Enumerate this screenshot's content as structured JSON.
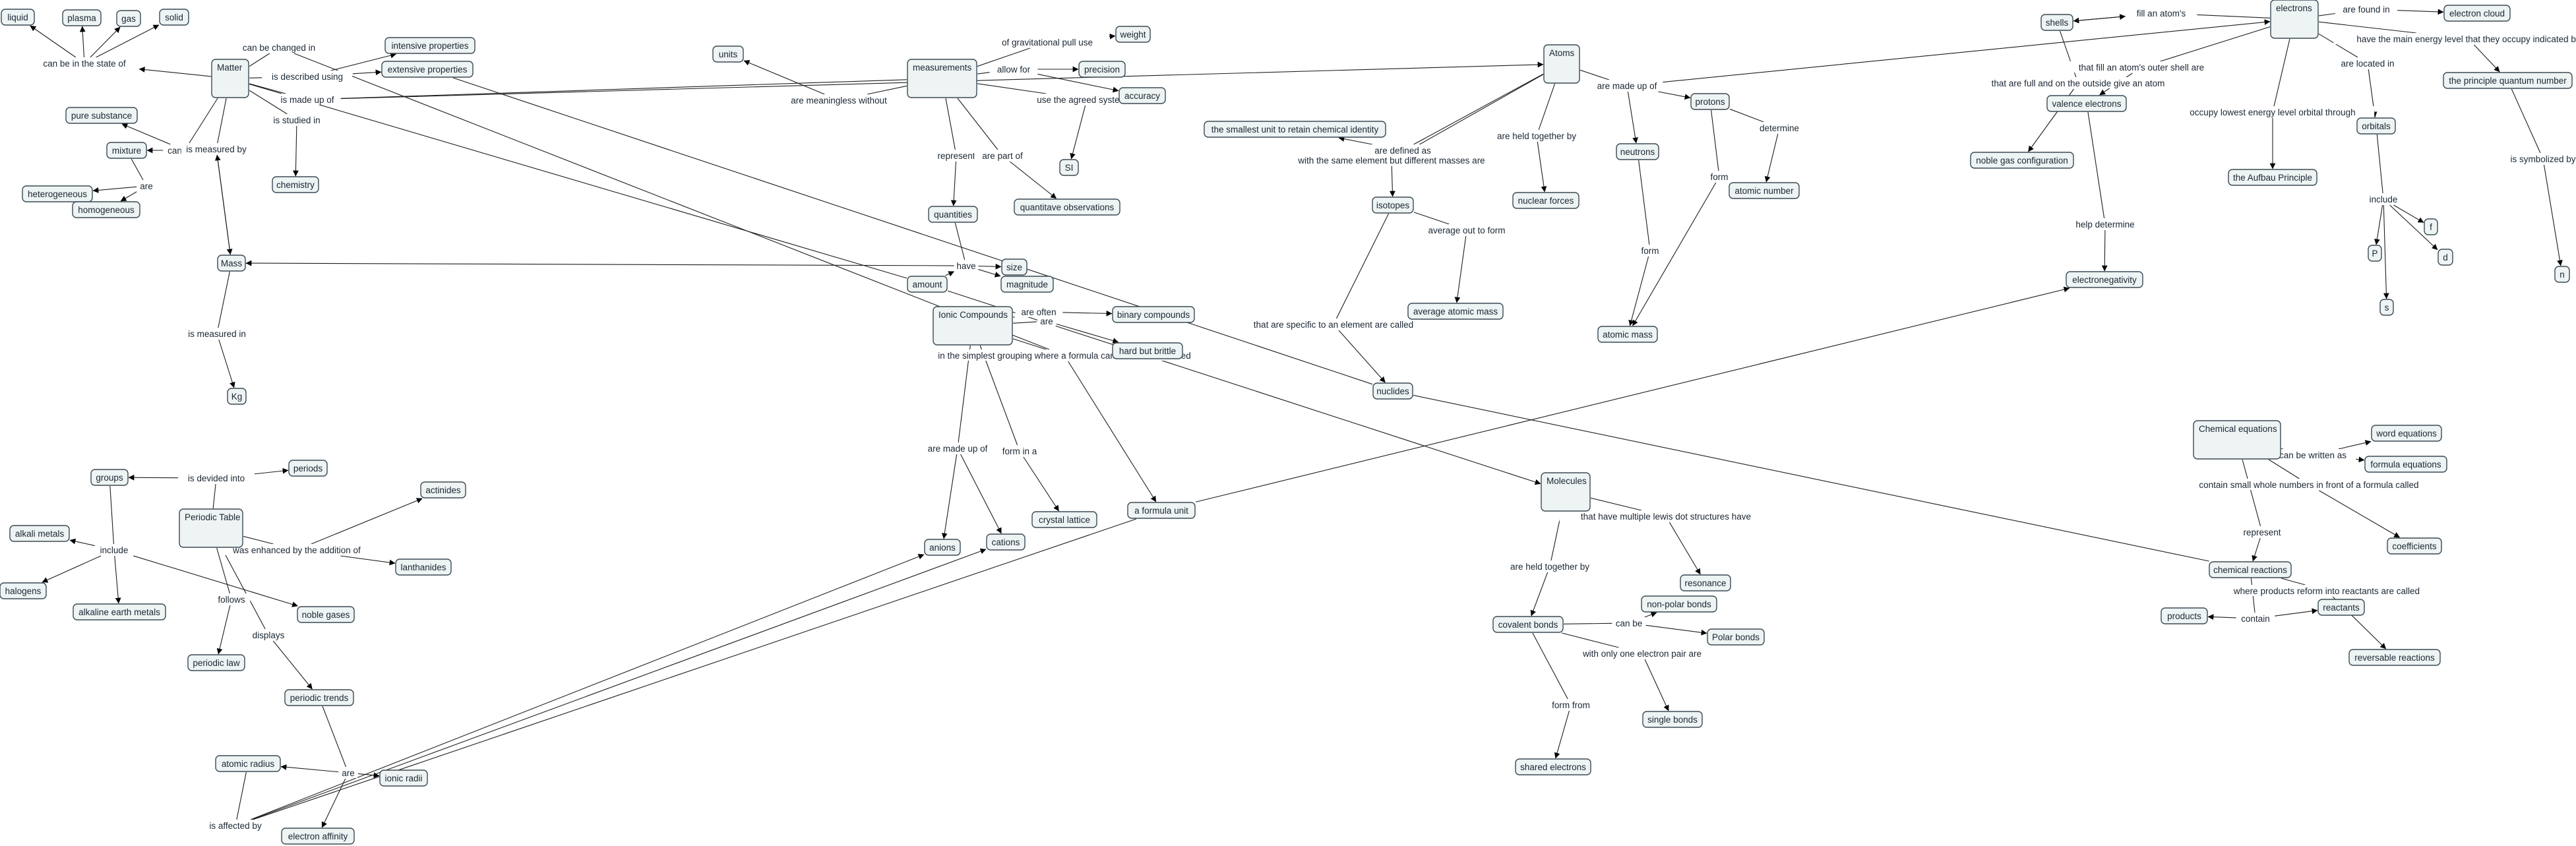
{
  "nodes": {
    "liquid": "liquid",
    "plasma": "plasma",
    "gas": "gas",
    "solid": "solid",
    "matter": "Matter",
    "pure_substance": "pure substance",
    "mixture": "mixture",
    "heterogeneous": "heterogeneous",
    "homogeneous": "homogeneous",
    "mass": "Mass",
    "kg": "Kg",
    "chemistry": "chemistry",
    "intensive": "intensive properties",
    "extensive": "extensive properties",
    "units": "units",
    "measurements": "measurements",
    "weight": "weight",
    "precision": "precision",
    "accuracy": "accuracy",
    "si": "SI",
    "quantitative_obs": "quantitave observations",
    "quantities": "quantities",
    "size": "size",
    "magnitude": "magnitude",
    "amount": "amount",
    "atoms": "Atoms",
    "smallest_unit": "the smallest unit to retain chemical identity",
    "isotopes": "isotopes",
    "avg_atomic_mass": "average atomic mass",
    "nuclides": "nuclides",
    "nuclear_forces": "nuclear forces",
    "neutrons": "neutrons",
    "protons": "protons",
    "atomic_number": "atomic number",
    "atomic_mass": "atomic mass",
    "electrons": "electrons",
    "shells": "shells",
    "electron_cloud": "electron cloud",
    "valence_electrons": "valence electrons",
    "noble_gas_config": "noble gas configuration",
    "aufbau": "the Aufbau Principle",
    "orbitals": "orbitals",
    "f": "f",
    "p": "P",
    "d": "d",
    "s": "s",
    "pqn": "the principle quantum number",
    "n": "n",
    "electronegativity": "electronegativity",
    "ionic_compounds": "Ionic Compounds",
    "binary_compounds": "binary compounds",
    "hard_brittle": "hard but brittle",
    "crystal_lattice": "crystal lattice",
    "anions": "anions",
    "cations": "cations",
    "formula_unit": "a formula unit",
    "molecules": "Molecules",
    "resonance": "resonance",
    "covalent_bonds": "covalent bonds",
    "non_polar": "non-polar bonds",
    "polar": "Polar bonds",
    "single_bonds": "single bonds",
    "shared_electrons": "shared electrons",
    "chemical_equations": "Chemical equations",
    "word_equations": "word equations",
    "formula_equations": "formula equations",
    "coefficients": "coefficients",
    "chemical_reactions": "chemical reactions",
    "products": "products",
    "reactants": "reactants",
    "reversable_reactions": "reversable reactions",
    "groups": "groups",
    "periods": "periods",
    "actinides": "actinides",
    "periodic_table": "Periodic Table",
    "alkali_metals": "alkali metals",
    "lanthanides": "lanthanides",
    "halogens": "halogens",
    "alkaline_earth": "alkaline earth metals",
    "noble_gases": "noble gases",
    "periodic_law": "periodic law",
    "periodic_trends": "periodic trends",
    "atomic_radius": "atomic radius",
    "ionic_radii": "ionic radii",
    "electron_affinity": "electron affinity"
  },
  "links": {
    "can_be_in_state": "can be in the state of",
    "can_be_changed_in": "can be changed in",
    "is_described_using": "is described using",
    "is_made_up_of_1": "is made up of",
    "is_studied_in": "is studied in",
    "can_be_a": "can be a",
    "are": "are",
    "is_measured_by": "is measured by",
    "is_measured_in": "is measured in",
    "are_meaningless_without": "are meaningless without",
    "of_grav_pull": "of gravitational pull use",
    "allow_for": "allow for",
    "use_agreed_system": "use the agreed system of",
    "represent_1": "represent",
    "are_part_of": "are part of",
    "have": "have",
    "are_defined_as": "are defined as",
    "with_same_element": "with the same element but different masses are",
    "are_held_together_by_1": "are held together by",
    "are_made_up_of": "are made up of",
    "determine": "determine",
    "form_1": "form",
    "form_2": "form",
    "average_out_to_form": "average out to form",
    "specific_to_element": "that are specific to an element are called",
    "fill_an_atoms": "fill an atom's",
    "are_found_in": "are found in",
    "main_energy_level": "have the main energy level that they occupy indicated by",
    "outer_shell": "that fill an atom's outer shell are",
    "full_outside": "that are full and on the outside give an atom",
    "occupy_lowest": "occupy lowest energy level orbital through",
    "are_located_in": "are located in",
    "help_determine": "help determine",
    "include_1": "include",
    "is_symbolized_by": "is symbolized by",
    "are_often": "are often",
    "are_2": "are",
    "simplest_grouping": "in the simplest grouping where a formula can be written is called",
    "are_made_up_of_2": "are made up of",
    "form_in_a": "form in a",
    "multiple_lewis": "that have multiple lewis dot structures have",
    "are_held_together_by_2": "are held together by",
    "can_be": "can be",
    "one_electron_pair": "with only one electron pair are",
    "form_from": "form from",
    "can_be_written_as": "can be written as",
    "small_whole_numbers": "contain small whole numbers in front of a formula called",
    "represent_2": "represent",
    "where_products": "where products reform into reactants are called",
    "contain": "contain",
    "is_devided_into": "is devided into",
    "include_2": "include",
    "enhanced_by": "was enhanced by the addition of",
    "follows": "follows",
    "displays": "displays",
    "are_3": "are",
    "is_affected_by": "is affected by"
  }
}
